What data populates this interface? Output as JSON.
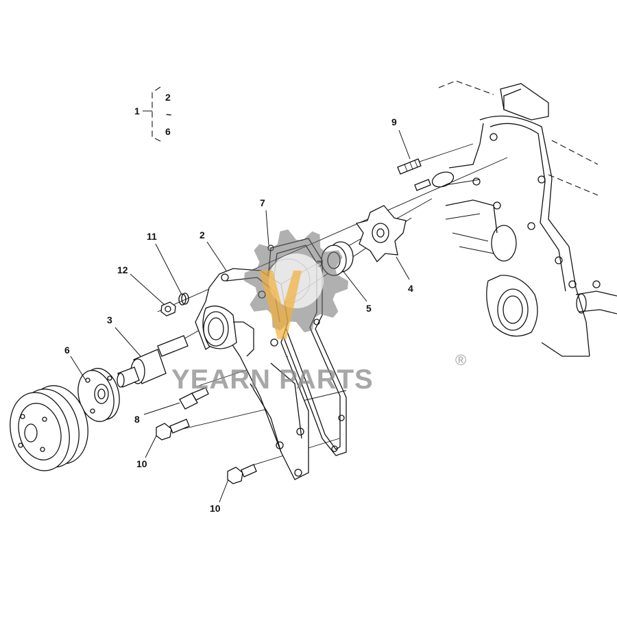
{
  "bracket_group": {
    "parent": "1",
    "range_start": "2",
    "range_sep": "~",
    "range_end": "6"
  },
  "callouts": [
    {
      "id": "callout-9",
      "label": "9"
    },
    {
      "id": "callout-7",
      "label": "7"
    },
    {
      "id": "callout-11",
      "label": "11"
    },
    {
      "id": "callout-2",
      "label": "2"
    },
    {
      "id": "callout-12",
      "label": "12"
    },
    {
      "id": "callout-4",
      "label": "4"
    },
    {
      "id": "callout-5",
      "label": "5"
    },
    {
      "id": "callout-3",
      "label": "3"
    },
    {
      "id": "callout-6",
      "label": "6"
    },
    {
      "id": "callout-8",
      "label": "8"
    },
    {
      "id": "callout-10a",
      "label": "10"
    },
    {
      "id": "callout-10b",
      "label": "10"
    }
  ],
  "watermark": {
    "brand": "YEARN PARTS",
    "registered": "®",
    "gear_color": "#6f6f6f",
    "accent_color": "#f2b13a"
  }
}
